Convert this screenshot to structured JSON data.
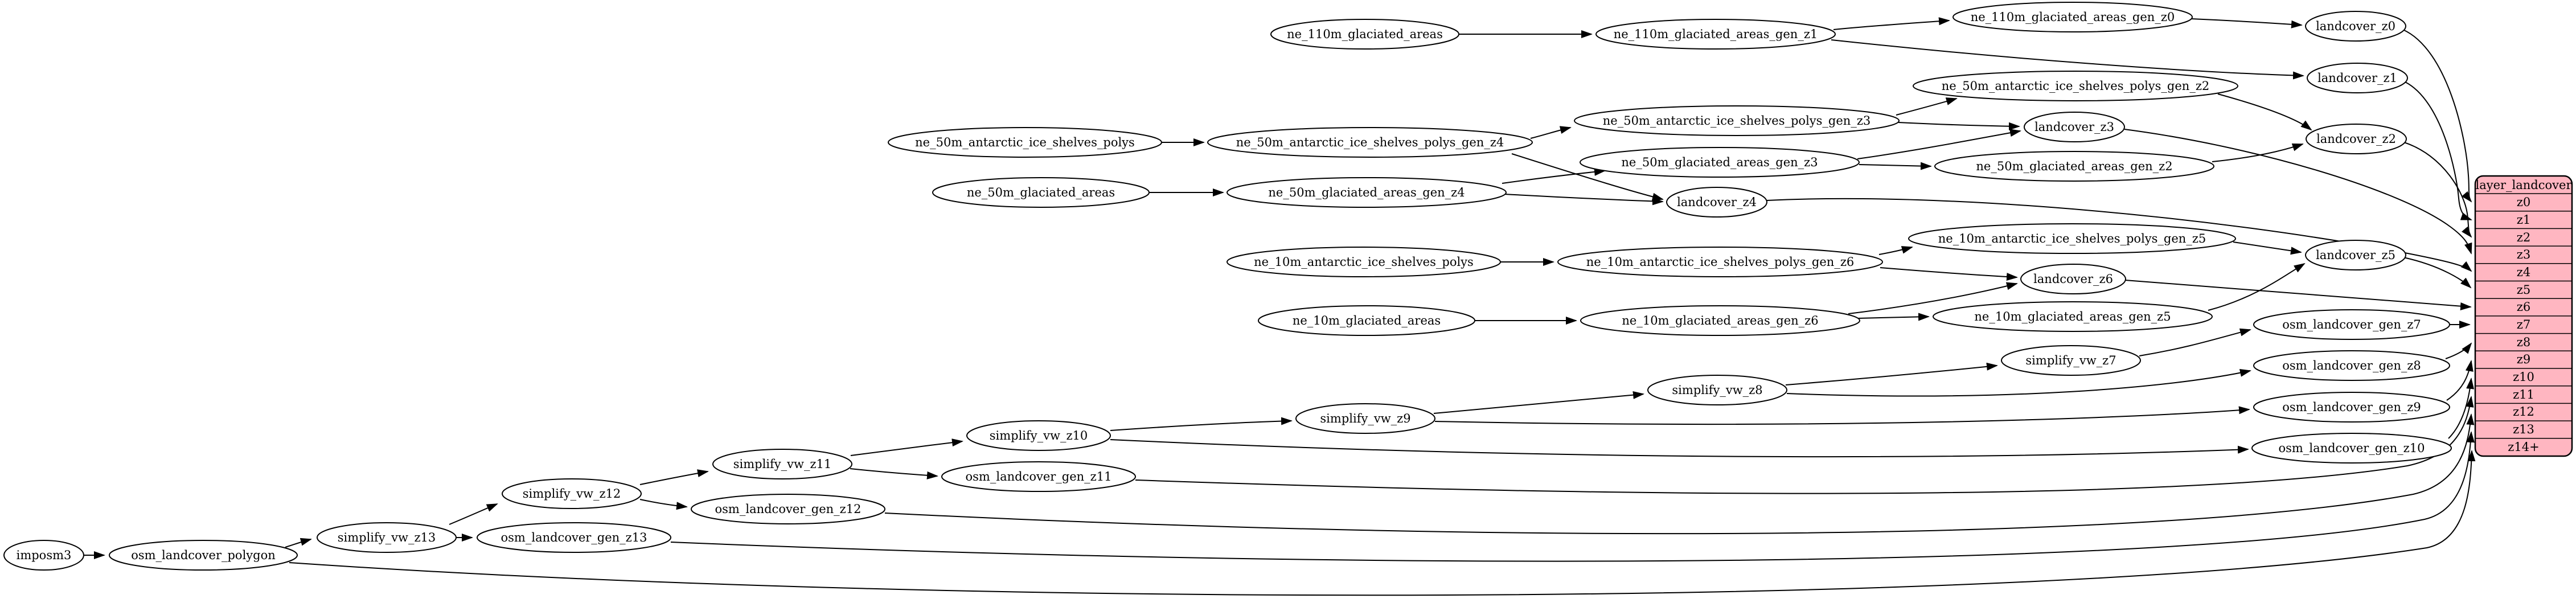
{
  "diagram": {
    "background": "#ffffff",
    "edge_color": "#000000",
    "node_fill": "#ffffff",
    "node_stroke": "#000000",
    "nodes": {
      "imposm3": {
        "label": "imposm3"
      },
      "osm_landcover_polygon": {
        "label": "osm_landcover_polygon"
      },
      "simplify_vw_z13": {
        "label": "simplify_vw_z13"
      },
      "osm_landcover_gen_z13": {
        "label": "osm_landcover_gen_z13"
      },
      "simplify_vw_z12": {
        "label": "simplify_vw_z12"
      },
      "osm_landcover_gen_z12": {
        "label": "osm_landcover_gen_z12"
      },
      "simplify_vw_z11": {
        "label": "simplify_vw_z11"
      },
      "osm_landcover_gen_z11": {
        "label": "osm_landcover_gen_z11"
      },
      "simplify_vw_z10": {
        "label": "simplify_vw_z10"
      },
      "osm_landcover_gen_z10": {
        "label": "osm_landcover_gen_z10"
      },
      "simplify_vw_z9": {
        "label": "simplify_vw_z9"
      },
      "osm_landcover_gen_z9": {
        "label": "osm_landcover_gen_z9"
      },
      "simplify_vw_z8": {
        "label": "simplify_vw_z8"
      },
      "osm_landcover_gen_z8": {
        "label": "osm_landcover_gen_z8"
      },
      "simplify_vw_z7": {
        "label": "simplify_vw_z7"
      },
      "osm_landcover_gen_z7": {
        "label": "osm_landcover_gen_z7"
      },
      "ne_110m_glaciated_areas": {
        "label": "ne_110m_glaciated_areas"
      },
      "ne_110m_glaciated_areas_gen_z1": {
        "label": "ne_110m_glaciated_areas_gen_z1"
      },
      "ne_110m_glaciated_areas_gen_z0": {
        "label": "ne_110m_glaciated_areas_gen_z0"
      },
      "ne_50m_antarctic_ice_shelves_polys": {
        "label": "ne_50m_antarctic_ice_shelves_polys"
      },
      "ne_50m_antarctic_ice_shelves_polys_gen_z4": {
        "label": "ne_50m_antarctic_ice_shelves_polys_gen_z4"
      },
      "ne_50m_antarctic_ice_shelves_polys_gen_z3": {
        "label": "ne_50m_antarctic_ice_shelves_polys_gen_z3"
      },
      "ne_50m_antarctic_ice_shelves_polys_gen_z2": {
        "label": "ne_50m_antarctic_ice_shelves_polys_gen_z2"
      },
      "ne_50m_glaciated_areas": {
        "label": "ne_50m_glaciated_areas"
      },
      "ne_50m_glaciated_areas_gen_z4": {
        "label": "ne_50m_glaciated_areas_gen_z4"
      },
      "ne_50m_glaciated_areas_gen_z3": {
        "label": "ne_50m_glaciated_areas_gen_z3"
      },
      "ne_50m_glaciated_areas_gen_z2": {
        "label": "ne_50m_glaciated_areas_gen_z2"
      },
      "ne_10m_antarctic_ice_shelves_polys": {
        "label": "ne_10m_antarctic_ice_shelves_polys"
      },
      "ne_10m_antarctic_ice_shelves_polys_gen_z6": {
        "label": "ne_10m_antarctic_ice_shelves_polys_gen_z6"
      },
      "ne_10m_antarctic_ice_shelves_polys_gen_z5": {
        "label": "ne_10m_antarctic_ice_shelves_polys_gen_z5"
      },
      "ne_10m_glaciated_areas": {
        "label": "ne_10m_glaciated_areas"
      },
      "ne_10m_glaciated_areas_gen_z6": {
        "label": "ne_10m_glaciated_areas_gen_z6"
      },
      "ne_10m_glaciated_areas_gen_z5": {
        "label": "ne_10m_glaciated_areas_gen_z5"
      },
      "landcover_z0": {
        "label": "landcover_z0"
      },
      "landcover_z1": {
        "label": "landcover_z1"
      },
      "landcover_z2": {
        "label": "landcover_z2"
      },
      "landcover_z3": {
        "label": "landcover_z3"
      },
      "landcover_z4": {
        "label": "landcover_z4"
      },
      "landcover_z5": {
        "label": "landcover_z5"
      },
      "landcover_z6": {
        "label": "landcover_z6"
      }
    },
    "edges": [
      {
        "from": "imposm3",
        "to": "osm_landcover_polygon"
      },
      {
        "from": "osm_landcover_polygon",
        "to": "simplify_vw_z13"
      },
      {
        "from": "osm_landcover_polygon",
        "to": "layer_landcover.z14+"
      },
      {
        "from": "simplify_vw_z13",
        "to": "simplify_vw_z12"
      },
      {
        "from": "simplify_vw_z13",
        "to": "osm_landcover_gen_z13"
      },
      {
        "from": "osm_landcover_gen_z13",
        "to": "layer_landcover.z13"
      },
      {
        "from": "simplify_vw_z12",
        "to": "simplify_vw_z11"
      },
      {
        "from": "simplify_vw_z12",
        "to": "osm_landcover_gen_z12"
      },
      {
        "from": "osm_landcover_gen_z12",
        "to": "layer_landcover.z12"
      },
      {
        "from": "simplify_vw_z11",
        "to": "simplify_vw_z10"
      },
      {
        "from": "simplify_vw_z11",
        "to": "osm_landcover_gen_z11"
      },
      {
        "from": "osm_landcover_gen_z11",
        "to": "layer_landcover.z11"
      },
      {
        "from": "simplify_vw_z10",
        "to": "simplify_vw_z9"
      },
      {
        "from": "simplify_vw_z10",
        "to": "osm_landcover_gen_z10"
      },
      {
        "from": "osm_landcover_gen_z10",
        "to": "layer_landcover.z10"
      },
      {
        "from": "simplify_vw_z9",
        "to": "simplify_vw_z8"
      },
      {
        "from": "simplify_vw_z9",
        "to": "osm_landcover_gen_z9"
      },
      {
        "from": "osm_landcover_gen_z9",
        "to": "layer_landcover.z9"
      },
      {
        "from": "simplify_vw_z8",
        "to": "simplify_vw_z7"
      },
      {
        "from": "simplify_vw_z8",
        "to": "osm_landcover_gen_z8"
      },
      {
        "from": "osm_landcover_gen_z8",
        "to": "layer_landcover.z8"
      },
      {
        "from": "simplify_vw_z7",
        "to": "osm_landcover_gen_z7"
      },
      {
        "from": "osm_landcover_gen_z7",
        "to": "layer_landcover.z7"
      },
      {
        "from": "ne_10m_glaciated_areas",
        "to": "ne_10m_glaciated_areas_gen_z6"
      },
      {
        "from": "ne_10m_glaciated_areas_gen_z6",
        "to": "landcover_z6"
      },
      {
        "from": "ne_10m_glaciated_areas_gen_z6",
        "to": "ne_10m_glaciated_areas_gen_z5"
      },
      {
        "from": "ne_10m_glaciated_areas_gen_z5",
        "to": "landcover_z5"
      },
      {
        "from": "ne_10m_antarctic_ice_shelves_polys",
        "to": "ne_10m_antarctic_ice_shelves_polys_gen_z6"
      },
      {
        "from": "ne_10m_antarctic_ice_shelves_polys_gen_z6",
        "to": "ne_10m_antarctic_ice_shelves_polys_gen_z5"
      },
      {
        "from": "ne_10m_antarctic_ice_shelves_polys_gen_z6",
        "to": "landcover_z6"
      },
      {
        "from": "ne_10m_antarctic_ice_shelves_polys_gen_z5",
        "to": "landcover_z5"
      },
      {
        "from": "landcover_z5",
        "to": "layer_landcover.z5"
      },
      {
        "from": "landcover_z6",
        "to": "layer_landcover.z6"
      },
      {
        "from": "ne_110m_glaciated_areas",
        "to": "ne_110m_glaciated_areas_gen_z1"
      },
      {
        "from": "ne_110m_glaciated_areas_gen_z1",
        "to": "ne_110m_glaciated_areas_gen_z0"
      },
      {
        "from": "ne_110m_glaciated_areas_gen_z1",
        "to": "landcover_z1"
      },
      {
        "from": "ne_110m_glaciated_areas_gen_z0",
        "to": "landcover_z0"
      },
      {
        "from": "landcover_z0",
        "to": "layer_landcover.z0"
      },
      {
        "from": "landcover_z1",
        "to": "layer_landcover.z1"
      },
      {
        "from": "ne_50m_antarctic_ice_shelves_polys",
        "to": "ne_50m_antarctic_ice_shelves_polys_gen_z4"
      },
      {
        "from": "ne_50m_antarctic_ice_shelves_polys_gen_z4",
        "to": "ne_50m_antarctic_ice_shelves_polys_gen_z3"
      },
      {
        "from": "ne_50m_antarctic_ice_shelves_polys_gen_z4",
        "to": "landcover_z4"
      },
      {
        "from": "ne_50m_antarctic_ice_shelves_polys_gen_z3",
        "to": "ne_50m_antarctic_ice_shelves_polys_gen_z2"
      },
      {
        "from": "ne_50m_antarctic_ice_shelves_polys_gen_z3",
        "to": "landcover_z3"
      },
      {
        "from": "ne_50m_glaciated_areas_gen_z3",
        "to": "landcover_z3"
      },
      {
        "from": "ne_50m_glaciated_areas_gen_z3",
        "to": "ne_50m_glaciated_areas_gen_z2"
      },
      {
        "from": "ne_50m_glaciated_areas_gen_z2",
        "to": "landcover_z2"
      },
      {
        "from": "ne_50m_antarctic_ice_shelves_polys_gen_z2",
        "to": "landcover_z2"
      },
      {
        "from": "landcover_z2",
        "to": "layer_landcover.z2"
      },
      {
        "from": "landcover_z3",
        "to": "layer_landcover.z3"
      },
      {
        "from": "landcover_z4",
        "to": "layer_landcover.z4"
      },
      {
        "from": "ne_50m_glaciated_areas",
        "to": "ne_50m_glaciated_areas_gen_z4"
      },
      {
        "from": "ne_50m_glaciated_areas_gen_z4",
        "to": "ne_50m_glaciated_areas_gen_z3"
      },
      {
        "from": "ne_50m_glaciated_areas_gen_z4",
        "to": "landcover_z4"
      }
    ],
    "table": {
      "title": "layer_landcover",
      "fill": "#ffb6c1",
      "rows": [
        "z0",
        "z1",
        "z2",
        "z3",
        "z4",
        "z5",
        "z6",
        "z7",
        "z8",
        "z9",
        "z10",
        "z11",
        "z12",
        "z13",
        "z14+"
      ]
    }
  }
}
